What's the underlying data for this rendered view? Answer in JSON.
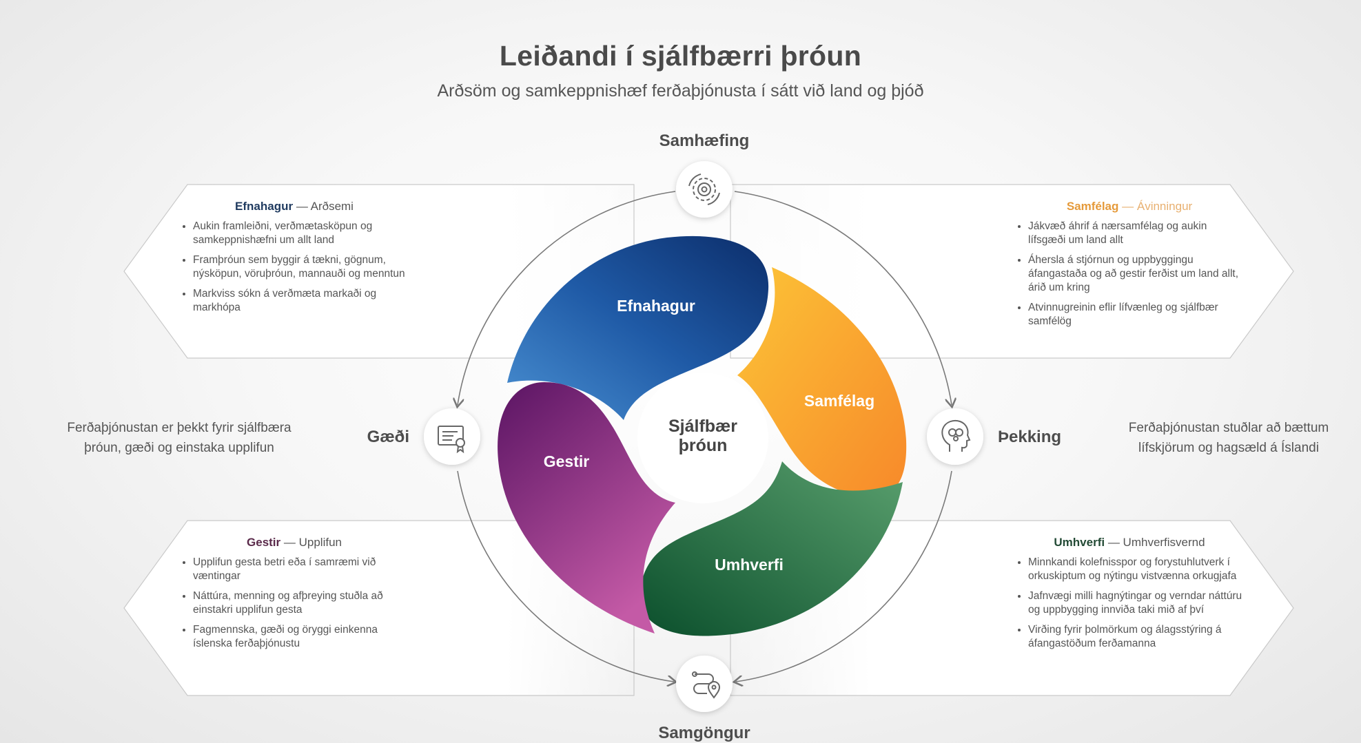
{
  "title": "Leiðandi í sjálfbærri þróun",
  "subtitle": "Arðsöm og samkeppnishæf ferðaþjónusta í sátt við land og þjóð",
  "center": {
    "line1": "Sjálfbær",
    "line2": "þróun"
  },
  "petals": {
    "efnahagur": "Efnahagur",
    "samfelag": "Samfélag",
    "umhverfi": "Umhverfi",
    "gestir": "Gestir"
  },
  "nodes": {
    "top": "Samhæfing",
    "bottom": "Samgöngur",
    "left": "Gæði",
    "right": "Þekking"
  },
  "side_texts": {
    "left": "Ferðaþjónustan er þekkt fyrir sjálfbæra þróun, gæði og einstaka upplifun",
    "right": "Ferðaþjónustan stuðlar að bættum lífskjörum og hagsæld á Íslandi"
  },
  "panels": {
    "top_left": {
      "name": "Efnahagur",
      "dash": " — ",
      "sub": "Arðsemi",
      "items": [
        "Aukin framleiðni, verðmætasköpun og samkeppnishæfni um allt land",
        "Framþróun sem byggir á tækni, gögnum, nýsköpun, vöruþróun, mannauði og menntun",
        "Markviss sókn á verðmæta markaði og markhópa"
      ]
    },
    "top_right": {
      "name": "Samfélag",
      "dash": " — ",
      "sub": "Ávinningur",
      "items": [
        "Jákvæð áhrif á nærsamfélag og aukin lífsgæði um land allt",
        "Áhersla á stjórnun og uppbyggingu áfangastaða og að gestir ferðist um land allt, árið um kring",
        "Atvinnugreinin eflir lífvænleg og sjálfbær samfélög"
      ]
    },
    "bottom_left": {
      "name": "Gestir",
      "dash": " — ",
      "sub": "Upplifun",
      "items": [
        "Upplifun gesta betri eða í samræmi við væntingar",
        "Náttúra, menning og afþreying stuðla að einstakri upplifun gesta",
        "Fagmennska, gæði og öryggi einkenna íslenska ferðaþjónustu"
      ]
    },
    "bottom_right": {
      "name": "Umhverfi",
      "dash": " — ",
      "sub": "Umhverfisvernd",
      "items": [
        "Minnkandi kolefnisspor og forystuhlutverk í orkuskiptum og nýtingu vistvænna orkugjafa",
        "Jafnvægi milli hagnýtingar og verndar náttúru og uppbygging innviða taki mið af því",
        "Virðing fyrir þolmörkum og álagsstýring á áfangastöðum ferðamanna"
      ]
    }
  },
  "colors": {
    "efnahagur": "#1f5aa6",
    "samfelag": "#f5a623",
    "umhverfi": "#1e7a45",
    "gestir": "#8a2a86",
    "efnahagur_header": "#1f3a5f",
    "samfelag_header": "#e59a3a",
    "gestir_header": "#5a2a4a",
    "umhverfi_header": "#234a35"
  },
  "icons": {
    "top": "gear-icon",
    "bottom": "route-icon",
    "left": "certificate-icon",
    "right": "head-icon"
  }
}
